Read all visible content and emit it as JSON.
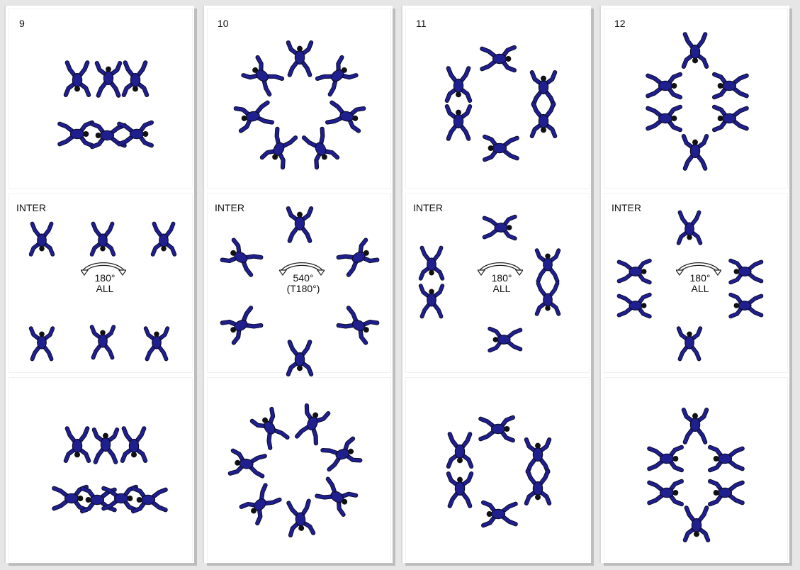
{
  "columns": [
    {
      "number": "9",
      "inter_label": "INTER",
      "rotation_lines": [
        "180°",
        "ALL"
      ]
    },
    {
      "number": "10",
      "inter_label": "INTER",
      "rotation_lines": [
        "540°",
        "(T180°)"
      ]
    },
    {
      "number": "11",
      "inter_label": "INTER",
      "rotation_lines": [
        "180°",
        "ALL"
      ]
    },
    {
      "number": "12",
      "inter_label": "INTER",
      "rotation_lines": [
        "180°",
        "ALL"
      ]
    }
  ],
  "colors": {
    "jumper": "#1f1f8f",
    "outline": "#0a0a2a",
    "head": "#111111",
    "background": "#ffffff",
    "page": "#e6e6e6"
  },
  "icons": [
    "skydiver-figure-icon",
    "rotation-arrow-icon"
  ]
}
